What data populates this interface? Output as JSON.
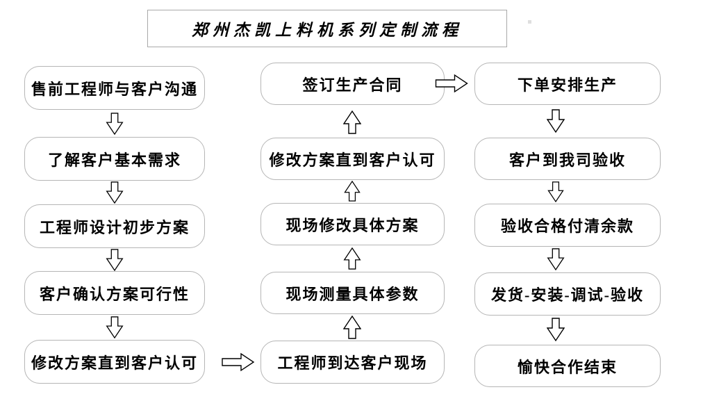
{
  "title": "郑州杰凯上料机系列定制流程",
  "flow": {
    "left": [
      "售前工程师与客户沟通",
      "了解客户基本需求",
      "工程师设计初步方案",
      "客户确认方案可行性",
      "修改方案直到客户认可"
    ],
    "middle": [
      "签订生产合同",
      "修改方案直到客户认可",
      "现场修改具体方案",
      "现场测量具体参数",
      "工程师到达客户现场"
    ],
    "right": [
      "下单安排生产",
      "客户到我司验收",
      "验收合格付清余款",
      "发货-安装-调试-验收",
      "愉快合作结束"
    ]
  },
  "connections": {
    "left_column_direction": "down",
    "middle_column_direction": "up",
    "right_column_direction": "down",
    "left_to_middle": "修改方案直到客户认可 -> 工程师到达客户现场",
    "middle_to_right": "签订生产合同 -> 下单安排生产"
  },
  "colors": {
    "background": "#ffffff",
    "box_fill": "#ffffff",
    "box_border": "#b5b5b5",
    "title_border": "#a9a9a9",
    "text": "#000000",
    "arrow_outline": "#000000"
  }
}
